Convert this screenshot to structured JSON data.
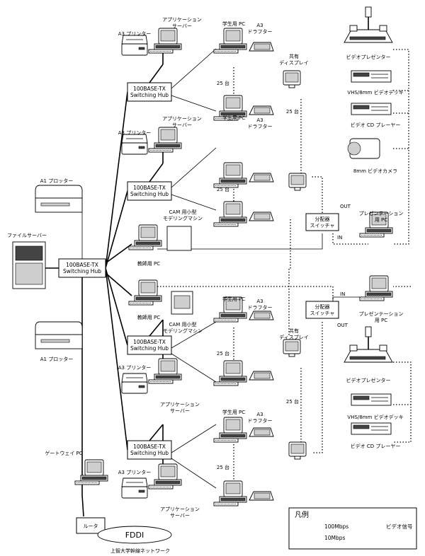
{
  "labels": {
    "a3_printer": "A3 プリンター",
    "app_server": "アプリケーション\nサーバー",
    "student_pc": "学生用 PC",
    "a3_drafter": "A3\nドラフター",
    "count_25": "25 台",
    "hub": "100BASE-TX\nSwitching Hub",
    "shared_display": "共有\nディスプレイ",
    "splitter": "分配器\nスイッチャ",
    "out": "OUT",
    "in": "IN",
    "video_presenter": "ビデオプレゼンター",
    "vhs_deck": "VHS/8mm ビデオデッキ",
    "video_cd_player": "ビデオ CD プレーヤー",
    "camera_8mm": "8mm ビデオカメラ",
    "presentation_pc": "プレゼンテーション\n用 PC",
    "a1_plotter": "A1 プロッター",
    "file_server": "ファイルサーバー",
    "cam_machine": "CAM 用小型\nモデリングマシン",
    "teacher_pc": "教師用 PC",
    "gateway_pc": "ゲートウェイ PC",
    "router": "ルータ",
    "fddi": "FDDI",
    "backbone": "上智大学幹線ネットワーク"
  },
  "legend": {
    "title": "凡例",
    "mbps100": "100Mbps",
    "mbps10": "10Mbps",
    "video_signal": "ビデオ信号"
  }
}
